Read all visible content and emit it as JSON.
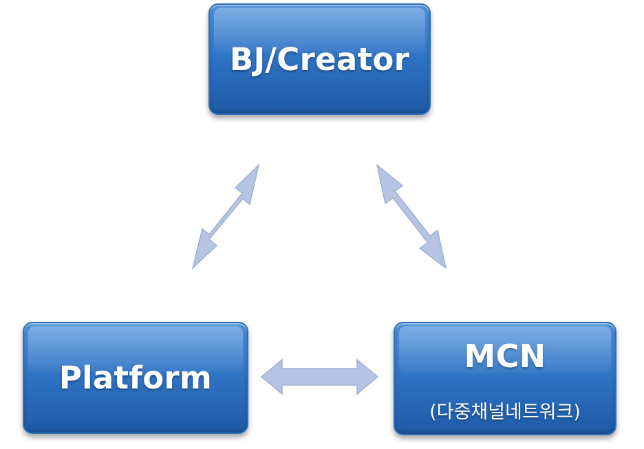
{
  "nodes": {
    "creator": {
      "label": "BJ/Creator"
    },
    "platform": {
      "label": "Platform"
    },
    "mcn": {
      "label": "MCN",
      "sublabel": "(다중채널네트워크)"
    }
  },
  "colors": {
    "box_fill": "#2f73c4",
    "box_border": "#2f6fb8",
    "arrow_fill": "#b5c4e2",
    "text": "#ffffff"
  },
  "connections": [
    {
      "from": "Platform",
      "to": "BJ/Creator",
      "direction": "both"
    },
    {
      "from": "BJ/Creator",
      "to": "MCN",
      "direction": "both"
    },
    {
      "from": "Platform",
      "to": "MCN",
      "direction": "both"
    }
  ]
}
